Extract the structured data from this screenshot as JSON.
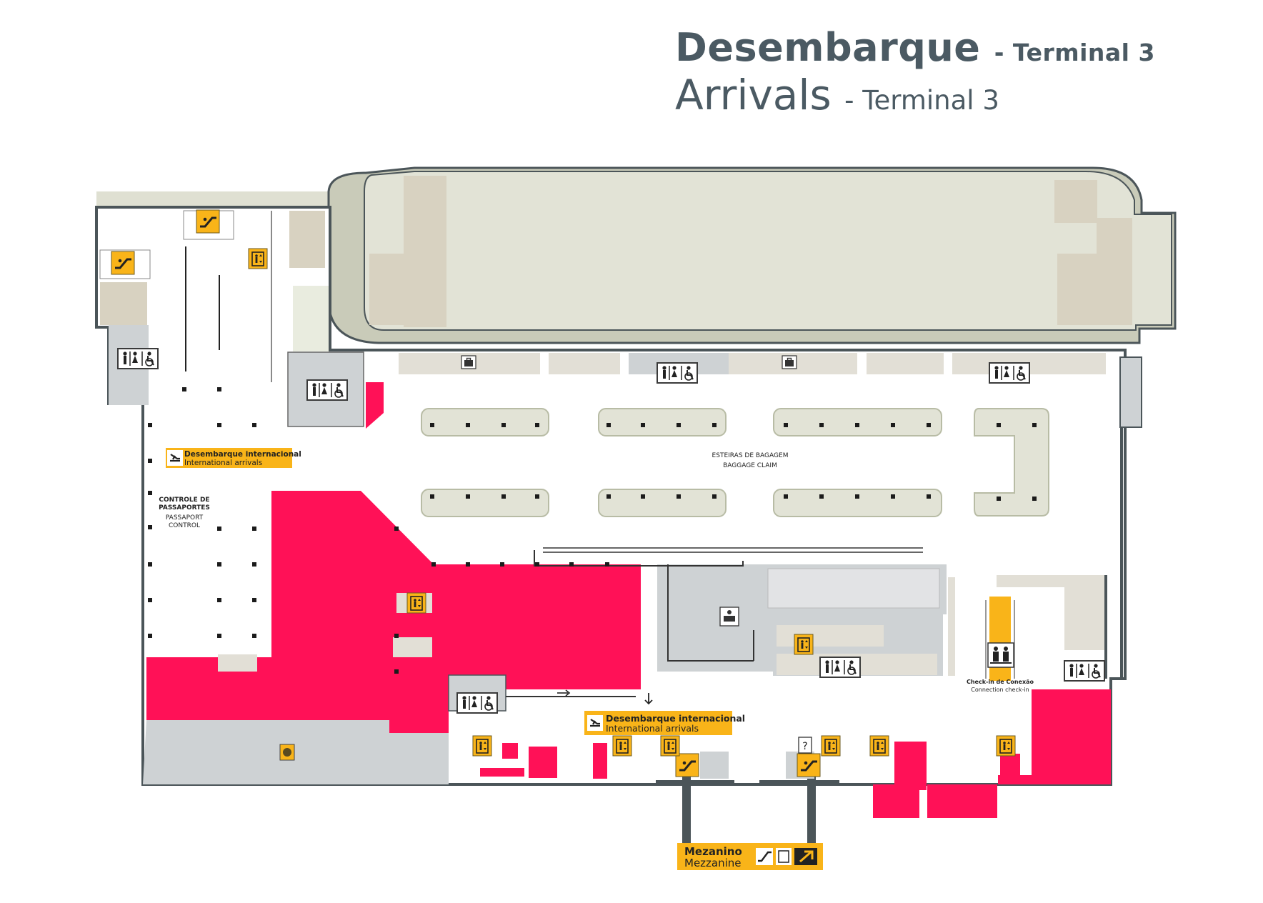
{
  "header": {
    "title_pt": "Desembarque",
    "subtitle_pt": "- Terminal 3",
    "title_en": "Arrivals",
    "subtitle_en": "- Terminal 3"
  },
  "labels": {
    "intl_arrivals_pt": "Desembarque internacional",
    "intl_arrivals_en": "International arrivals",
    "passport_control_pt_1": "CONTROLE DE",
    "passport_control_pt_2": "PASSAPORTES",
    "passport_control_en_1": "PASSAPORT",
    "passport_control_en_2": "CONTROL",
    "baggage_claim_pt": "ESTEIRAS DE BAGAGEM",
    "baggage_claim_en": "BAGGAGE CLAIM",
    "connection_checkin_pt": "Check-in de Conexão",
    "connection_checkin_en": "Connection check-in",
    "mezzanine_pt": "Mezanino",
    "mezzanine_en": "Mezzanine"
  },
  "colors": {
    "shops": "#ff1157",
    "sign": "#f9b419",
    "outline": "#4b5559",
    "apron": "#dfe0d2",
    "service": "#ced2d4",
    "wall_fill": "#e2dfd6"
  },
  "icons": [
    "escalator-icon",
    "elevator-icon",
    "restroom-icon",
    "baggage-service-icon",
    "arrivals-plane-icon",
    "information-icon",
    "connection-checkin-icon",
    "police-icon",
    "arrow-up-right-icon"
  ]
}
